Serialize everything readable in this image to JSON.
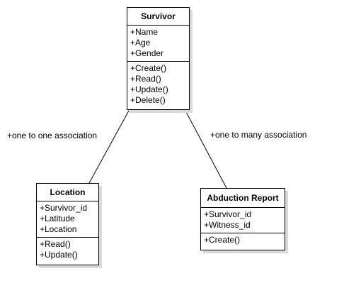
{
  "classes": {
    "survivor": {
      "name": "Survivor",
      "attributes": [
        "+Name",
        "+Age",
        "+Gender"
      ],
      "operations": [
        "+Create()",
        "+Read()",
        "+Update()",
        "+Delete()"
      ]
    },
    "location": {
      "name": "Location",
      "attributes": [
        "+Survivor_id",
        "+Latitude",
        "+Location"
      ],
      "operations": [
        "+Read()",
        "+Update()"
      ]
    },
    "abduction_report": {
      "name": "Abduction Report",
      "attributes": [
        "+Survivor_id",
        "+Witness_id"
      ],
      "operations": [
        "+Create()"
      ]
    }
  },
  "associations": {
    "one_to_one": "+one to one association",
    "one_to_many": "+one to many association"
  }
}
